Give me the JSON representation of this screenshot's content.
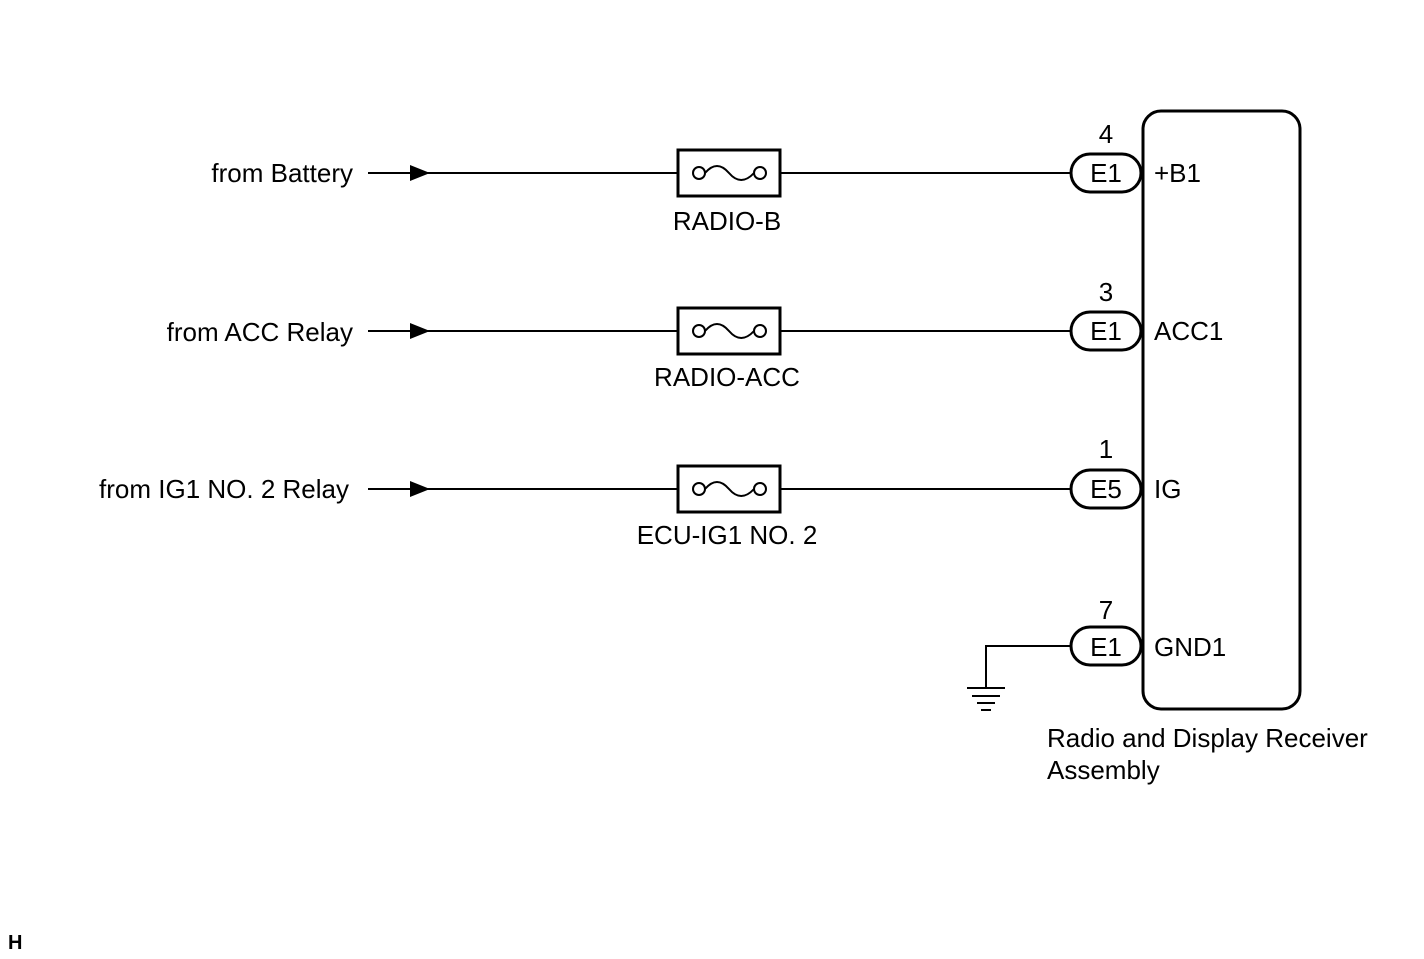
{
  "circuits": [
    {
      "source": "from Battery",
      "fuse": "RADIO-B",
      "pin": "4",
      "connector": "E1",
      "terminal": "+B1"
    },
    {
      "source": "from ACC Relay",
      "fuse": "RADIO-ACC",
      "pin": "3",
      "connector": "E1",
      "terminal": "ACC1"
    },
    {
      "source": "from IG1 NO. 2 Relay",
      "fuse": "ECU-IG1 NO. 2",
      "pin": "1",
      "connector": "E5",
      "terminal": "IG"
    }
  ],
  "ground": {
    "pin": "7",
    "connector": "E1",
    "terminal": "GND1"
  },
  "component": {
    "line1": "Radio and Display Receiver",
    "line2": "Assembly"
  },
  "corner_mark": "H"
}
